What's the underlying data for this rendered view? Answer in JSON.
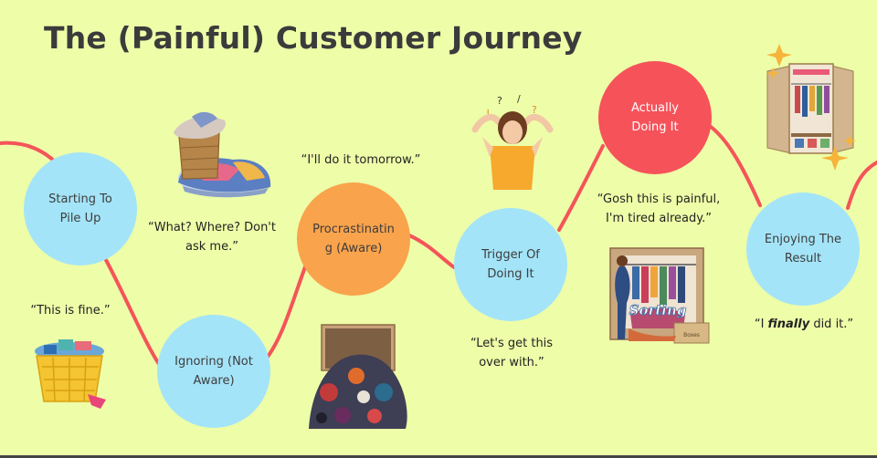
{
  "title": "The (Painful) Customer Journey",
  "colors": {
    "background": "#eefda8",
    "path": "#f4545a",
    "blue": "#a4e4f8",
    "orange": "#f9a34c",
    "red": "#f6525a"
  },
  "stages": [
    {
      "label": "Starting To Pile Up",
      "color": "#a4e4f8"
    },
    {
      "label": "Ignoring (Not Aware)",
      "color": "#a4e4f8"
    },
    {
      "label": "Procrastinating (Aware)",
      "color": "#f9a34c"
    },
    {
      "label": "Trigger Of Doing It",
      "color": "#a4e4f8"
    },
    {
      "label": "Actually Doing It",
      "color": "#f6525a"
    },
    {
      "label": "Enjoying The Result",
      "color": "#a4e4f8"
    }
  ],
  "quotes": [
    {
      "line1": "“This is fine.”",
      "line2": ""
    },
    {
      "line1": "“What? Where? Don't",
      "line2": "ask me.”"
    },
    {
      "line1": "“I'll do it tomorrow.”",
      "line2": ""
    },
    {
      "line1": "“Let's get this",
      "line2": "over with.”"
    },
    {
      "line1": "“Gosh this is painful,",
      "line2": "I'm tired already.”"
    },
    {
      "line1_pre": "“I ",
      "line1_em": "finally",
      "line1_post": " did it.”"
    }
  ],
  "illustrations": {
    "closet_sign": "Sorting",
    "box_label": "Boxes",
    "confusion_marks": [
      "?",
      "/",
      "?",
      "!"
    ]
  }
}
